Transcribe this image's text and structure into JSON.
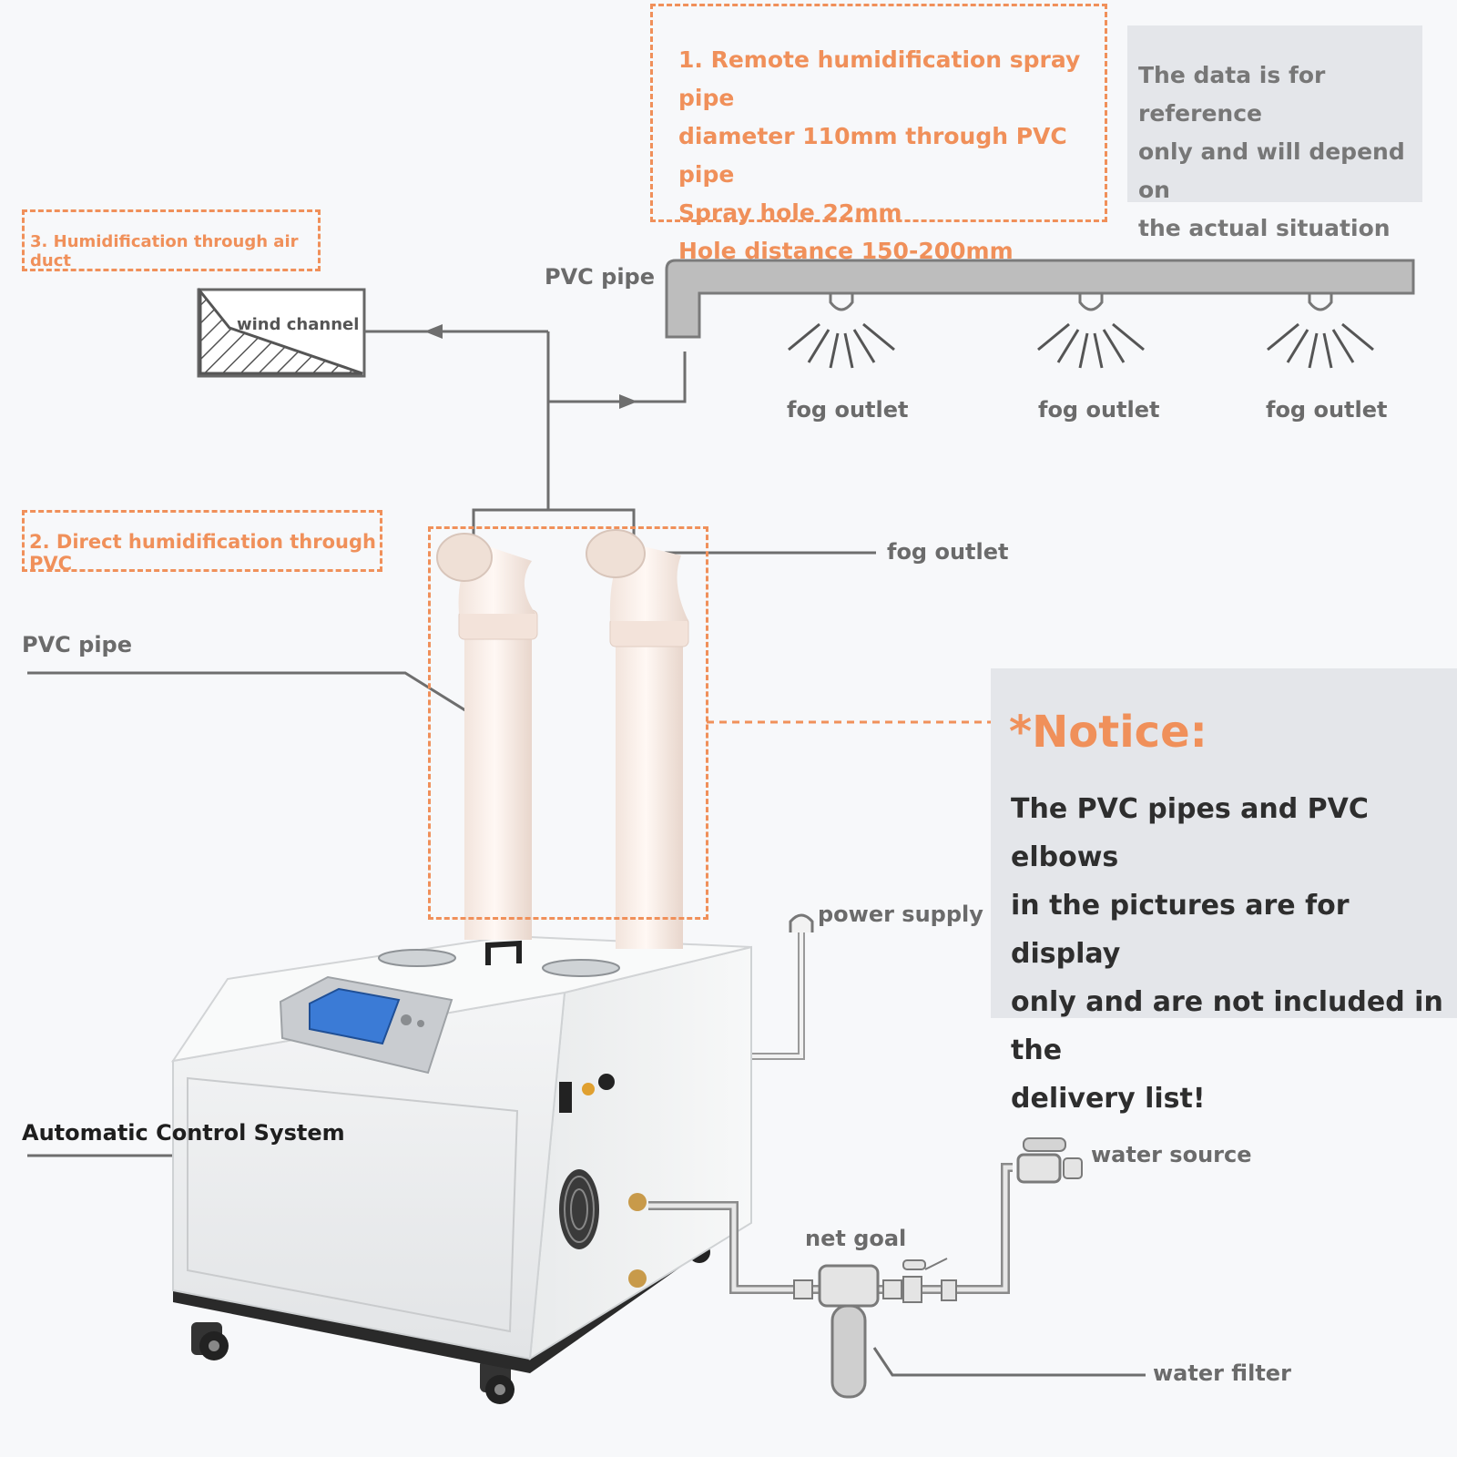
{
  "remote_box": {
    "lines": [
      "1. Remote humidification spray pipe",
      "diameter 110mm through PVC pipe",
      "Spray hole 22mm",
      "Hole distance 150-200mm"
    ]
  },
  "reference_note": {
    "lines": [
      "The data is for reference",
      "only and will depend on",
      "the actual situation"
    ]
  },
  "duct_box": {
    "text": "3. Humidification through air duct"
  },
  "pvc_box": {
    "text": "2. Direct humidification through PVC"
  },
  "labels": {
    "pvc_pipe_top": "PVC pipe",
    "wind_channel": "wind channel",
    "fog_outlets": [
      "fog outlet",
      "fog outlet",
      "fog outlet"
    ],
    "fog_outlet_side": "fog outlet",
    "pvc_pipe_left": "PVC pipe",
    "power_supply": "power supply",
    "automatic_control": "Automatic Control System",
    "water_source": "water source",
    "net_goal": "net goal",
    "water_filter": "water filter"
  },
  "notice": {
    "heading": "*Notice:",
    "lines": [
      "The PVC pipes and PVC elbows",
      "in the pictures are for display",
      "only and are not included in the",
      "delivery list!"
    ]
  },
  "colors": {
    "accent_orange": "#f0905a",
    "label_grey": "#6b6b6b",
    "line_grey": "#6e6e6e",
    "panel_grey": "#e4e6ea",
    "pipe_fill": "#bfbfbf"
  }
}
